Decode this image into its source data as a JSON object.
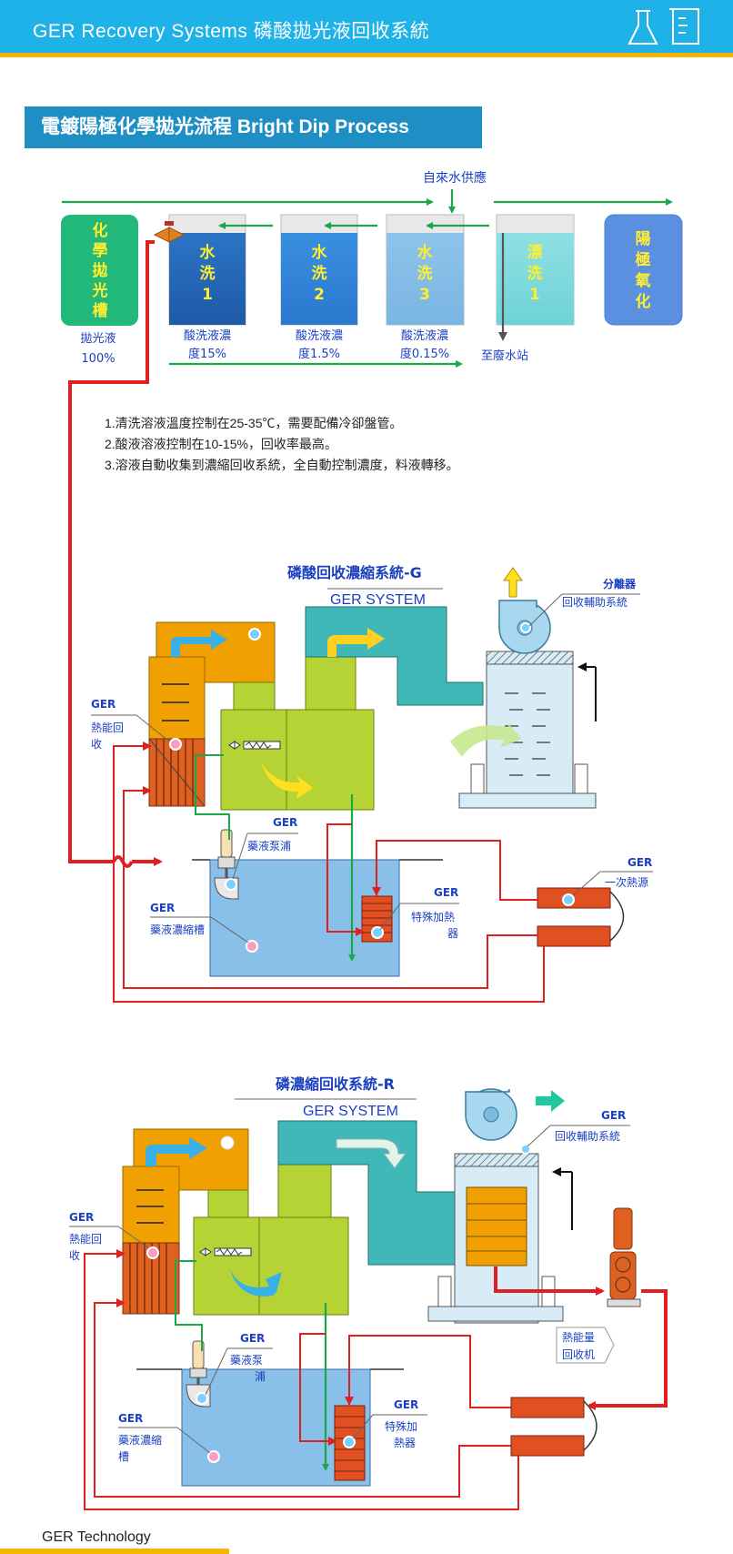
{
  "header": {
    "title": "GER  Recovery  Systems  磷酸拋光液回收系統"
  },
  "section": {
    "title": "電鍍陽極化學拋光流程  Bright  Dip Process"
  },
  "process": {
    "water_supply": "自來水供應",
    "tank_polish": [
      "化",
      "學",
      "拋",
      "光",
      "槽"
    ],
    "tank_wash1": [
      "水",
      "洗",
      "1"
    ],
    "tank_wash2": [
      "水",
      "洗",
      "2"
    ],
    "tank_wash3": [
      "水",
      "洗",
      "3"
    ],
    "tank_rinse1": [
      "漂",
      "洗",
      "1"
    ],
    "tank_anodize": [
      "陽",
      "極",
      "氧",
      "化"
    ],
    "polish_label": [
      "拋光液",
      "100%"
    ],
    "wash1_label": [
      "酸洗液濃",
      "度15%"
    ],
    "wash2_label": [
      "酸洗液濃",
      "度1.5%"
    ],
    "wash3_label": [
      "酸洗液濃",
      "度0.15%"
    ],
    "to_waste": "至廢水站"
  },
  "notes": [
    "1.清洗溶液溫度控制在25-35℃，需要配備冷卻盤管。",
    "2.酸液溶液控制在10-15%，回收率最高。",
    "3.溶液自動收集到濃縮回收系統，全自動控制濃度，料液轉移。"
  ],
  "system_g": {
    "title": "磷酸回收濃縮系統-G",
    "subtitle": "GER  SYSTEM",
    "separator_label": "分離器",
    "aux_label": "回收輔助系統",
    "heat_recovery_ger": "GER",
    "heat_recovery_label": [
      "熱能回",
      "收"
    ],
    "pump_ger": "GER",
    "pump_label": "藥液泵浦",
    "conc_ger": "GER",
    "conc_label": "藥液濃縮槽",
    "heater_ger": "GER",
    "heater_label": [
      "特殊加熱",
      "器"
    ],
    "primary_ger": "GER",
    "primary_label": "一次熱源"
  },
  "system_r": {
    "title": "磷濃縮回收系統-R",
    "subtitle": "GER  SYSTEM",
    "aux_ger": "GER",
    "aux_label": "回收輔助系統",
    "heat_recovery_ger": "GER",
    "heat_recovery_label": [
      "熱能回",
      "收"
    ],
    "pump_ger": "GER",
    "pump_label": [
      "藥液泵",
      "浦"
    ],
    "conc_ger": "GER",
    "conc_label": [
      "藥液濃縮",
      "槽"
    ],
    "heater_ger": "GER",
    "heater_label": [
      "特殊加",
      "熱器"
    ],
    "energy_label": [
      "熱能量",
      "回收机"
    ]
  },
  "footer": {
    "text": "GER Technology"
  },
  "colors": {
    "header": "#1fb2e8",
    "accent": "#f5b400",
    "pipe_red": "#e02020",
    "pipe_green": "#1aa84a",
    "label_blue": "#1a3fc0"
  },
  "icons": [
    "flask-icon",
    "beaker-icon"
  ]
}
